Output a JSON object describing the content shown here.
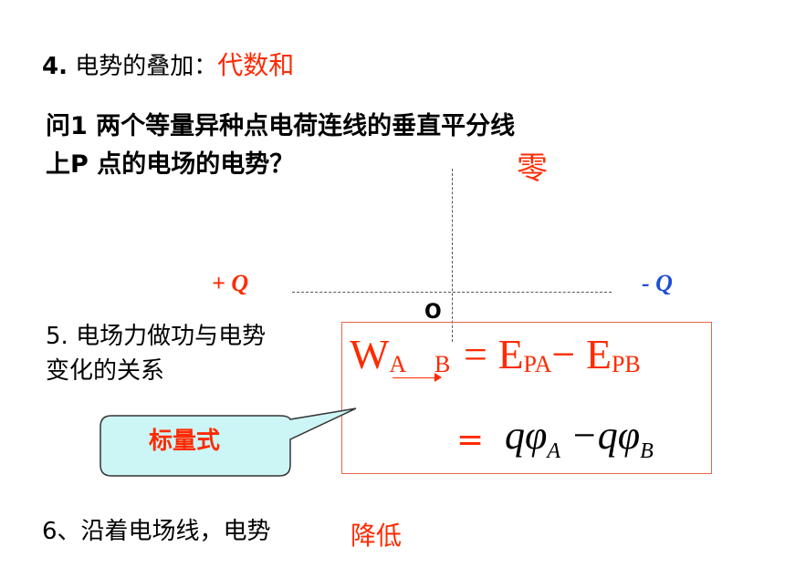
{
  "item4": {
    "label": "4.",
    "text": "电势的叠加：",
    "answer": "代数和"
  },
  "question1": {
    "line1": "问1  两个等量异种点电荷连线的垂直平分线",
    "line2": "上P 点的电场的电势？",
    "answer": "零"
  },
  "diagram": {
    "positive_charge": "+ Q",
    "negative_charge": "- Q",
    "origin_label": "O"
  },
  "item5": {
    "line1": "5.  电场力做功与电势",
    "line2": "变化的关系"
  },
  "formula": {
    "work_symbol": "W",
    "sub_a": "A",
    "sub_b": "B",
    "rhs1": "= E",
    "sub_pa": "PA",
    "minus": "−  E",
    "sub_pb": "PB",
    "eq2": "=",
    "q": "q",
    "phi": "φ",
    "minus2": " −q",
    "phi2": "φ"
  },
  "callout": {
    "label": "标量式",
    "fill": "#ccf5f5"
  },
  "item6": {
    "text": "6、沿着电场线，电势",
    "answer": "降低"
  },
  "colors": {
    "accent_red": "#ff2a00",
    "accent_blue": "#1f4fd6"
  }
}
